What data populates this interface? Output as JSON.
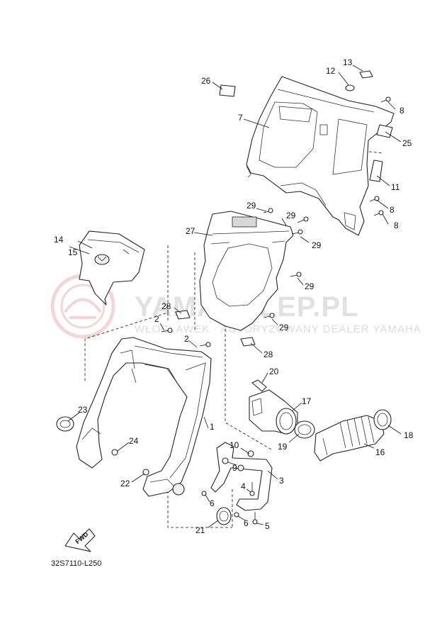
{
  "diagram_code": "32S7110-L250",
  "fwd_label": "FWD",
  "watermark": {
    "main": "YAMASKLEP.PL",
    "sub": "WŁOCŁAWEK · AUTORYZOWANY DEALER YAMAHA"
  },
  "colors": {
    "line": "#222222",
    "watermark_gray": "#c9c9c9",
    "watermark_red": "#e8a4a4"
  },
  "callouts": [
    {
      "id": "c1",
      "label": "1"
    },
    {
      "id": "c2a",
      "label": "2"
    },
    {
      "id": "c2b",
      "label": "2"
    },
    {
      "id": "c3",
      "label": "3"
    },
    {
      "id": "c4",
      "label": "4"
    },
    {
      "id": "c5",
      "label": "5"
    },
    {
      "id": "c6a",
      "label": "6"
    },
    {
      "id": "c6b",
      "label": "6"
    },
    {
      "id": "c7",
      "label": "7"
    },
    {
      "id": "c8a",
      "label": "8"
    },
    {
      "id": "c8b",
      "label": "8"
    },
    {
      "id": "c8c",
      "label": "8"
    },
    {
      "id": "c9",
      "label": "9"
    },
    {
      "id": "c10",
      "label": "10"
    },
    {
      "id": "c11",
      "label": "11"
    },
    {
      "id": "c12",
      "label": "12"
    },
    {
      "id": "c13",
      "label": "13"
    },
    {
      "id": "c14",
      "label": "14"
    },
    {
      "id": "c15",
      "label": "15"
    },
    {
      "id": "c16",
      "label": "16"
    },
    {
      "id": "c17",
      "label": "17"
    },
    {
      "id": "c18",
      "label": "18"
    },
    {
      "id": "c19",
      "label": "19"
    },
    {
      "id": "c20",
      "label": "20"
    },
    {
      "id": "c21",
      "label": "21"
    },
    {
      "id": "c22",
      "label": "22"
    },
    {
      "id": "c23",
      "label": "23"
    },
    {
      "id": "c24",
      "label": "24"
    },
    {
      "id": "c25",
      "label": "25"
    },
    {
      "id": "c26",
      "label": "26"
    },
    {
      "id": "c27",
      "label": "27"
    },
    {
      "id": "c28a",
      "label": "28"
    },
    {
      "id": "c28b",
      "label": "28"
    },
    {
      "id": "c29a",
      "label": "29"
    },
    {
      "id": "c29b",
      "label": "29"
    },
    {
      "id": "c29c",
      "label": "29"
    },
    {
      "id": "c29d",
      "label": "29"
    },
    {
      "id": "c29e",
      "label": "29"
    }
  ]
}
